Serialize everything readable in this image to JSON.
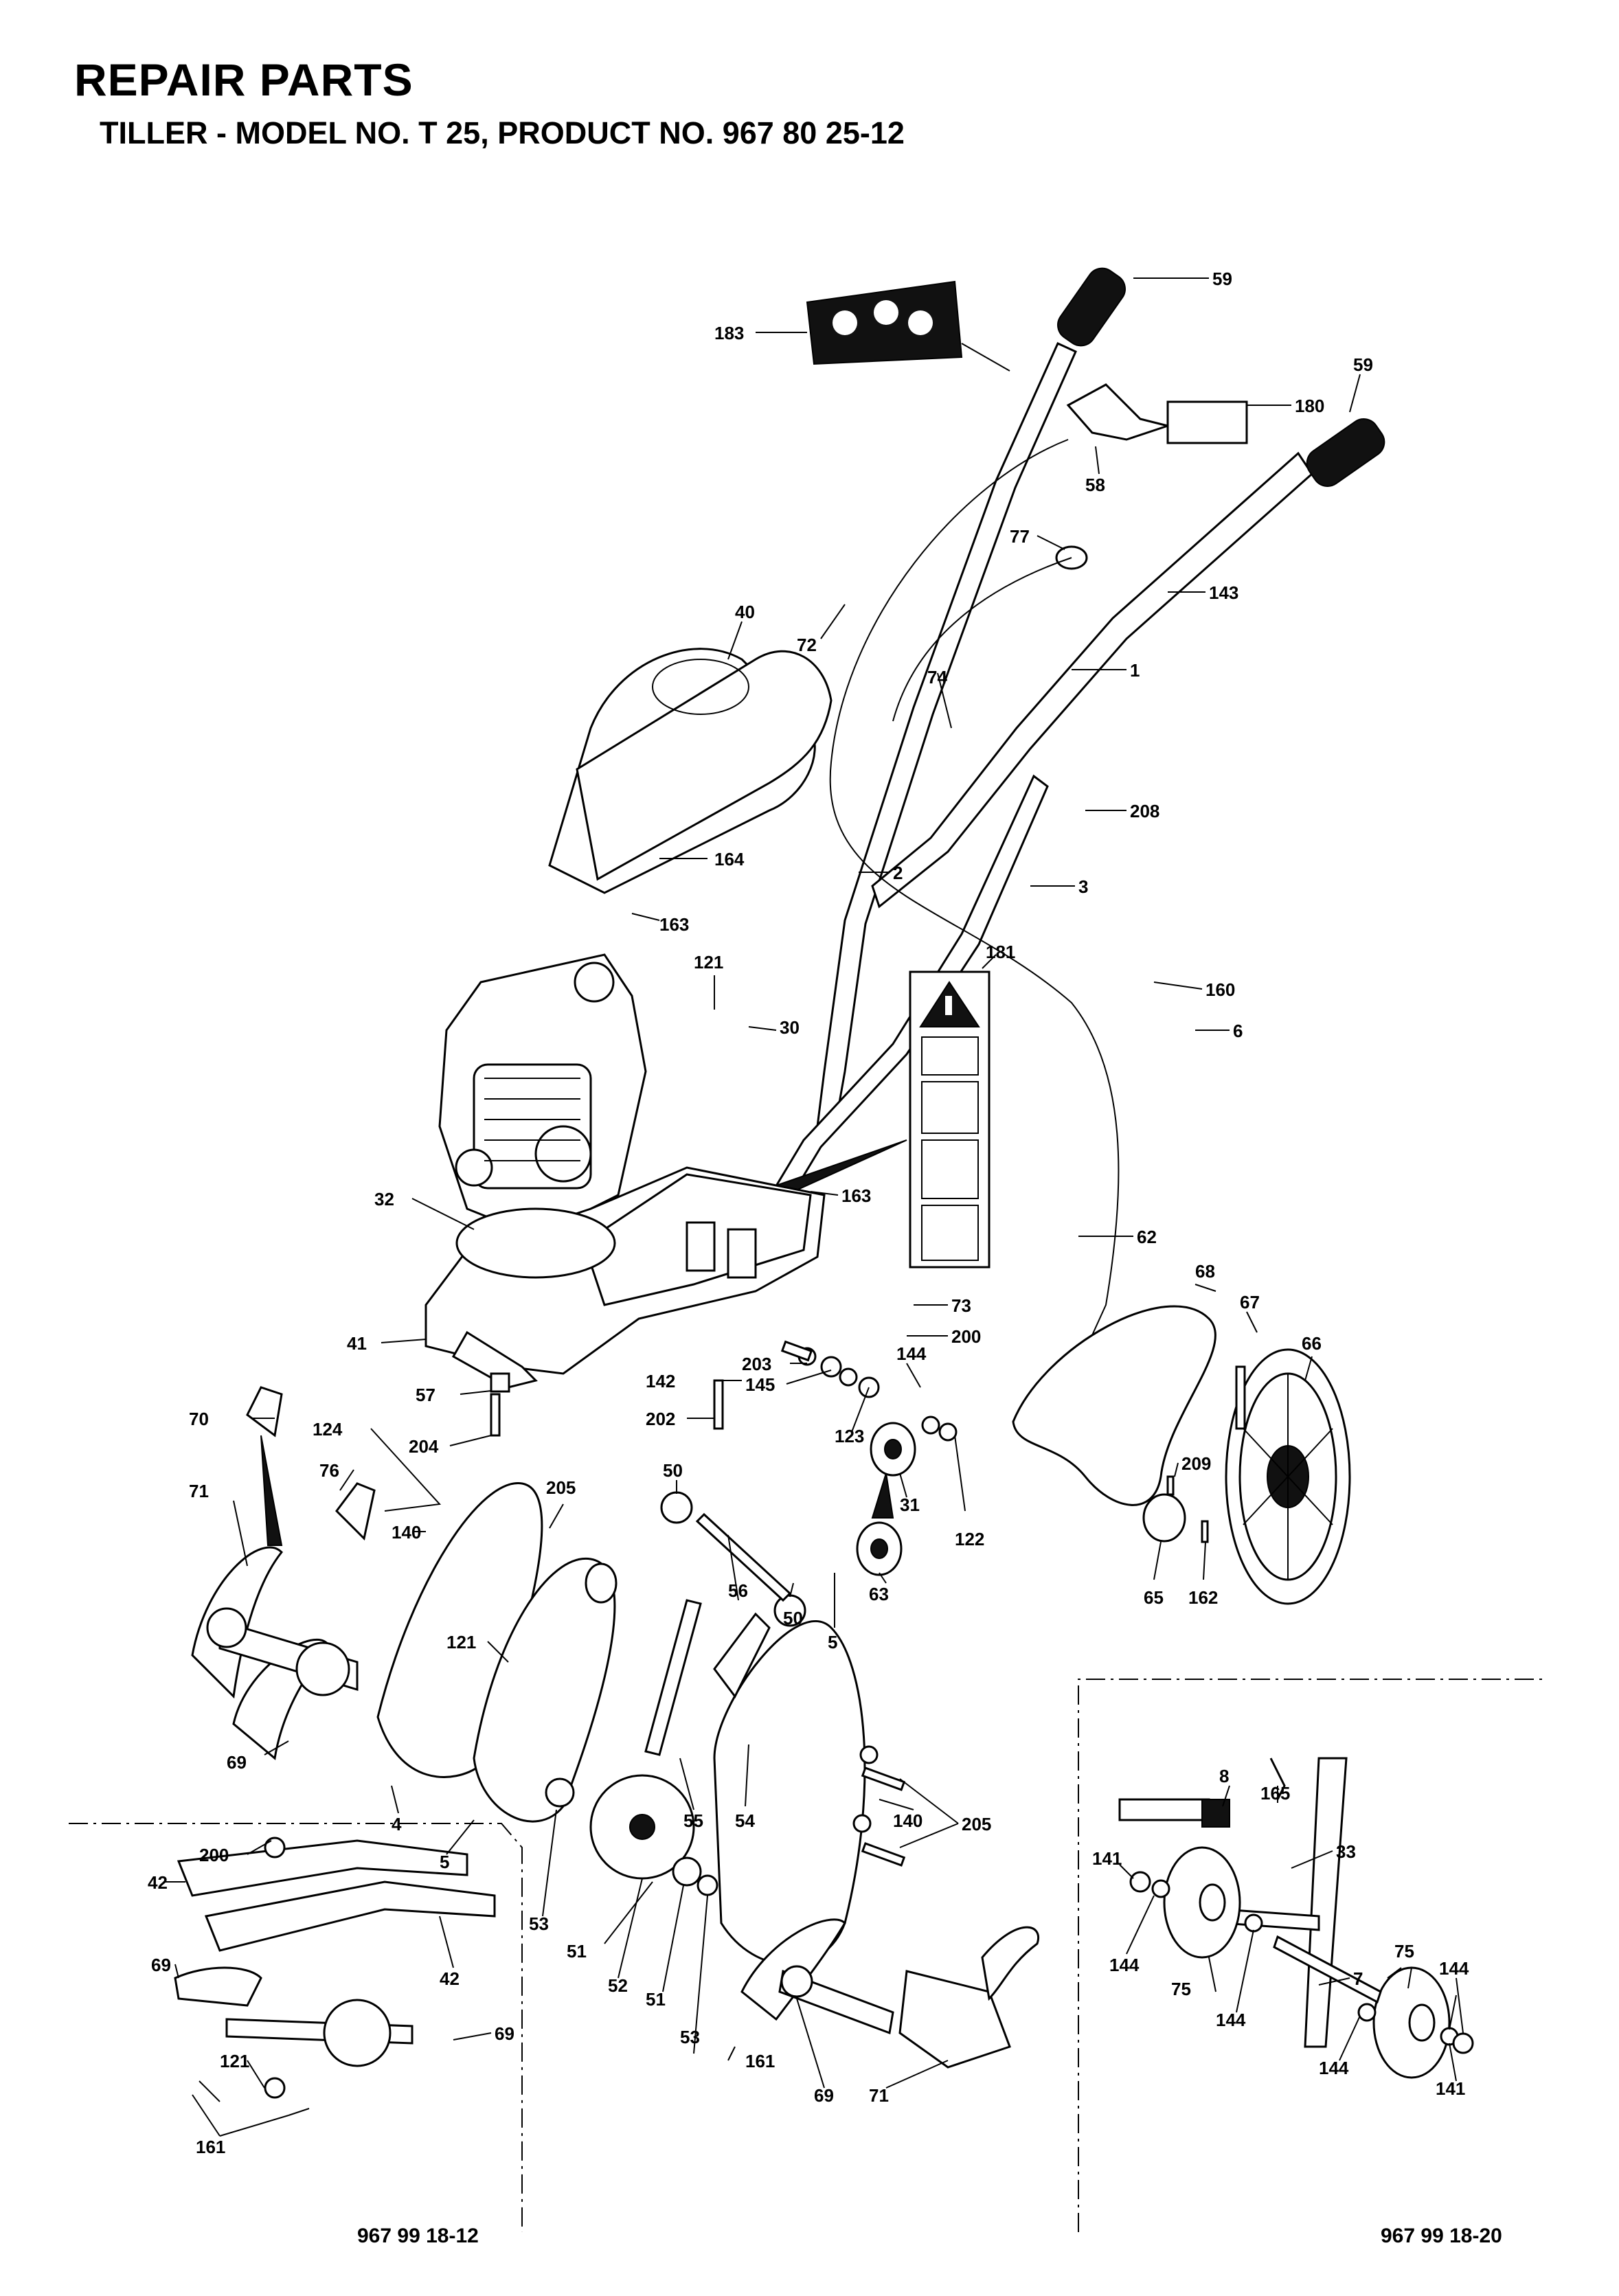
{
  "header": {
    "title": "REPAIR PARTS",
    "subtitle": "TILLER - MODEL NO. T 25, PRODUCT NO. 967 80 25-12"
  },
  "kits": {
    "left_code": "967 99 18-12",
    "right_code": "967 99 18-20"
  },
  "callouts": [
    {
      "id": "c59a",
      "text": "59"
    },
    {
      "id": "c183",
      "text": "183"
    },
    {
      "id": "c59b",
      "text": "59"
    },
    {
      "id": "c180",
      "text": "180"
    },
    {
      "id": "c58",
      "text": "58"
    },
    {
      "id": "c77",
      "text": "77"
    },
    {
      "id": "c143",
      "text": "143"
    },
    {
      "id": "c40",
      "text": "40"
    },
    {
      "id": "c72",
      "text": "72"
    },
    {
      "id": "c74",
      "text": "74"
    },
    {
      "id": "c1",
      "text": "1"
    },
    {
      "id": "c208",
      "text": "208"
    },
    {
      "id": "c164",
      "text": "164"
    },
    {
      "id": "c2",
      "text": "2"
    },
    {
      "id": "c3",
      "text": "3"
    },
    {
      "id": "c163a",
      "text": "163"
    },
    {
      "id": "c121a",
      "text": "121"
    },
    {
      "id": "c181",
      "text": "181"
    },
    {
      "id": "c160",
      "text": "160"
    },
    {
      "id": "c30",
      "text": "30"
    },
    {
      "id": "c6",
      "text": "6"
    },
    {
      "id": "c163b",
      "text": "163"
    },
    {
      "id": "c32",
      "text": "32"
    },
    {
      "id": "c62",
      "text": "62"
    },
    {
      "id": "c68",
      "text": "68"
    },
    {
      "id": "c73",
      "text": "73"
    },
    {
      "id": "c67",
      "text": "67"
    },
    {
      "id": "c41",
      "text": "41"
    },
    {
      "id": "c200a",
      "text": "200"
    },
    {
      "id": "c66",
      "text": "66"
    },
    {
      "id": "c203",
      "text": "203"
    },
    {
      "id": "c144a",
      "text": "144"
    },
    {
      "id": "c142",
      "text": "142"
    },
    {
      "id": "c145",
      "text": "145"
    },
    {
      "id": "c57",
      "text": "57"
    },
    {
      "id": "c202",
      "text": "202"
    },
    {
      "id": "c70",
      "text": "70"
    },
    {
      "id": "c204",
      "text": "204"
    },
    {
      "id": "c124",
      "text": "124"
    },
    {
      "id": "c123",
      "text": "123"
    },
    {
      "id": "c76",
      "text": "76"
    },
    {
      "id": "c209",
      "text": "209"
    },
    {
      "id": "c205a",
      "text": "205"
    },
    {
      "id": "c31",
      "text": "31"
    },
    {
      "id": "c122",
      "text": "122"
    },
    {
      "id": "c71a",
      "text": "71"
    },
    {
      "id": "c140a",
      "text": "140"
    },
    {
      "id": "c50a",
      "text": "50"
    },
    {
      "id": "c63",
      "text": "63"
    },
    {
      "id": "c65",
      "text": "65"
    },
    {
      "id": "c162",
      "text": "162"
    },
    {
      "id": "c56",
      "text": "56"
    },
    {
      "id": "c121b",
      "text": "121"
    },
    {
      "id": "c50b",
      "text": "50"
    },
    {
      "id": "c5a",
      "text": "5"
    },
    {
      "id": "c69a",
      "text": "69"
    },
    {
      "id": "c8",
      "text": "8"
    },
    {
      "id": "c165",
      "text": "165"
    },
    {
      "id": "c4",
      "text": "4"
    },
    {
      "id": "c55",
      "text": "55"
    },
    {
      "id": "c54",
      "text": "54"
    },
    {
      "id": "c140b",
      "text": "140"
    },
    {
      "id": "c205b",
      "text": "205"
    },
    {
      "id": "c5b",
      "text": "5"
    },
    {
      "id": "c200b",
      "text": "200"
    },
    {
      "id": "c42a",
      "text": "42"
    },
    {
      "id": "c33",
      "text": "33"
    },
    {
      "id": "c141a",
      "text": "141"
    },
    {
      "id": "c7",
      "text": "7"
    },
    {
      "id": "c53a",
      "text": "53"
    },
    {
      "id": "c51a",
      "text": "51"
    },
    {
      "id": "c144b",
      "text": "144"
    },
    {
      "id": "c75a",
      "text": "75"
    },
    {
      "id": "c42b",
      "text": "42"
    },
    {
      "id": "c52",
      "text": "52"
    },
    {
      "id": "c51b",
      "text": "51"
    },
    {
      "id": "c69b",
      "text": "69"
    },
    {
      "id": "c144c",
      "text": "144"
    },
    {
      "id": "c75b",
      "text": "75"
    },
    {
      "id": "c144d",
      "text": "144"
    },
    {
      "id": "c53b",
      "text": "53"
    },
    {
      "id": "c69c",
      "text": "69"
    },
    {
      "id": "c121c",
      "text": "121"
    },
    {
      "id": "c144e",
      "text": "144"
    },
    {
      "id": "c141b",
      "text": "141"
    },
    {
      "id": "c161a",
      "text": "161"
    },
    {
      "id": "c69d",
      "text": "69"
    },
    {
      "id": "c71b",
      "text": "71"
    },
    {
      "id": "c161b",
      "text": "161"
    }
  ],
  "icons": {
    "warning_triangle": "exclamation-warning-icon",
    "manual": "read-manual-icon"
  }
}
